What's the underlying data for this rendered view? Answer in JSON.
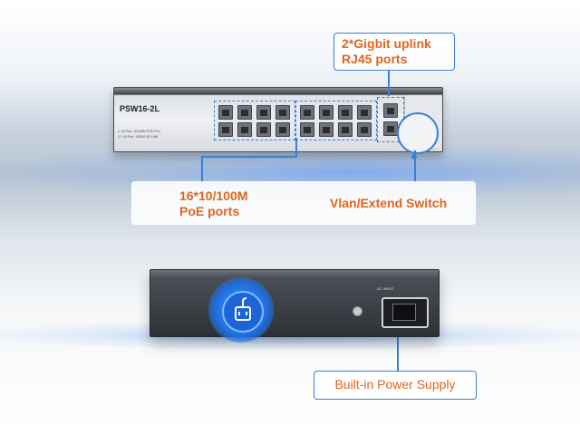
{
  "front": {
    "model": "PSW16-2L",
    "spec_line_1": "1~16 Port: 10/100M POE Port",
    "spec_line_2": "17~18 Port: 1000M UP-LINK"
  },
  "callouts": {
    "uplink": [
      "2*Gigbit uplink",
      "RJ45 ports"
    ],
    "poe": [
      "16*10/100M",
      "PoE ports"
    ],
    "vlan": "Vlan/Extend Switch",
    "power": "Built-in Power Supply"
  },
  "back": {
    "ac_label": "AC INPUT"
  },
  "colors": {
    "accent_blue": "#3c7fd6",
    "callout_orange": "#e0651e",
    "device_body": "#3b3f45"
  },
  "icons": {
    "power_plug": "plug-icon"
  }
}
